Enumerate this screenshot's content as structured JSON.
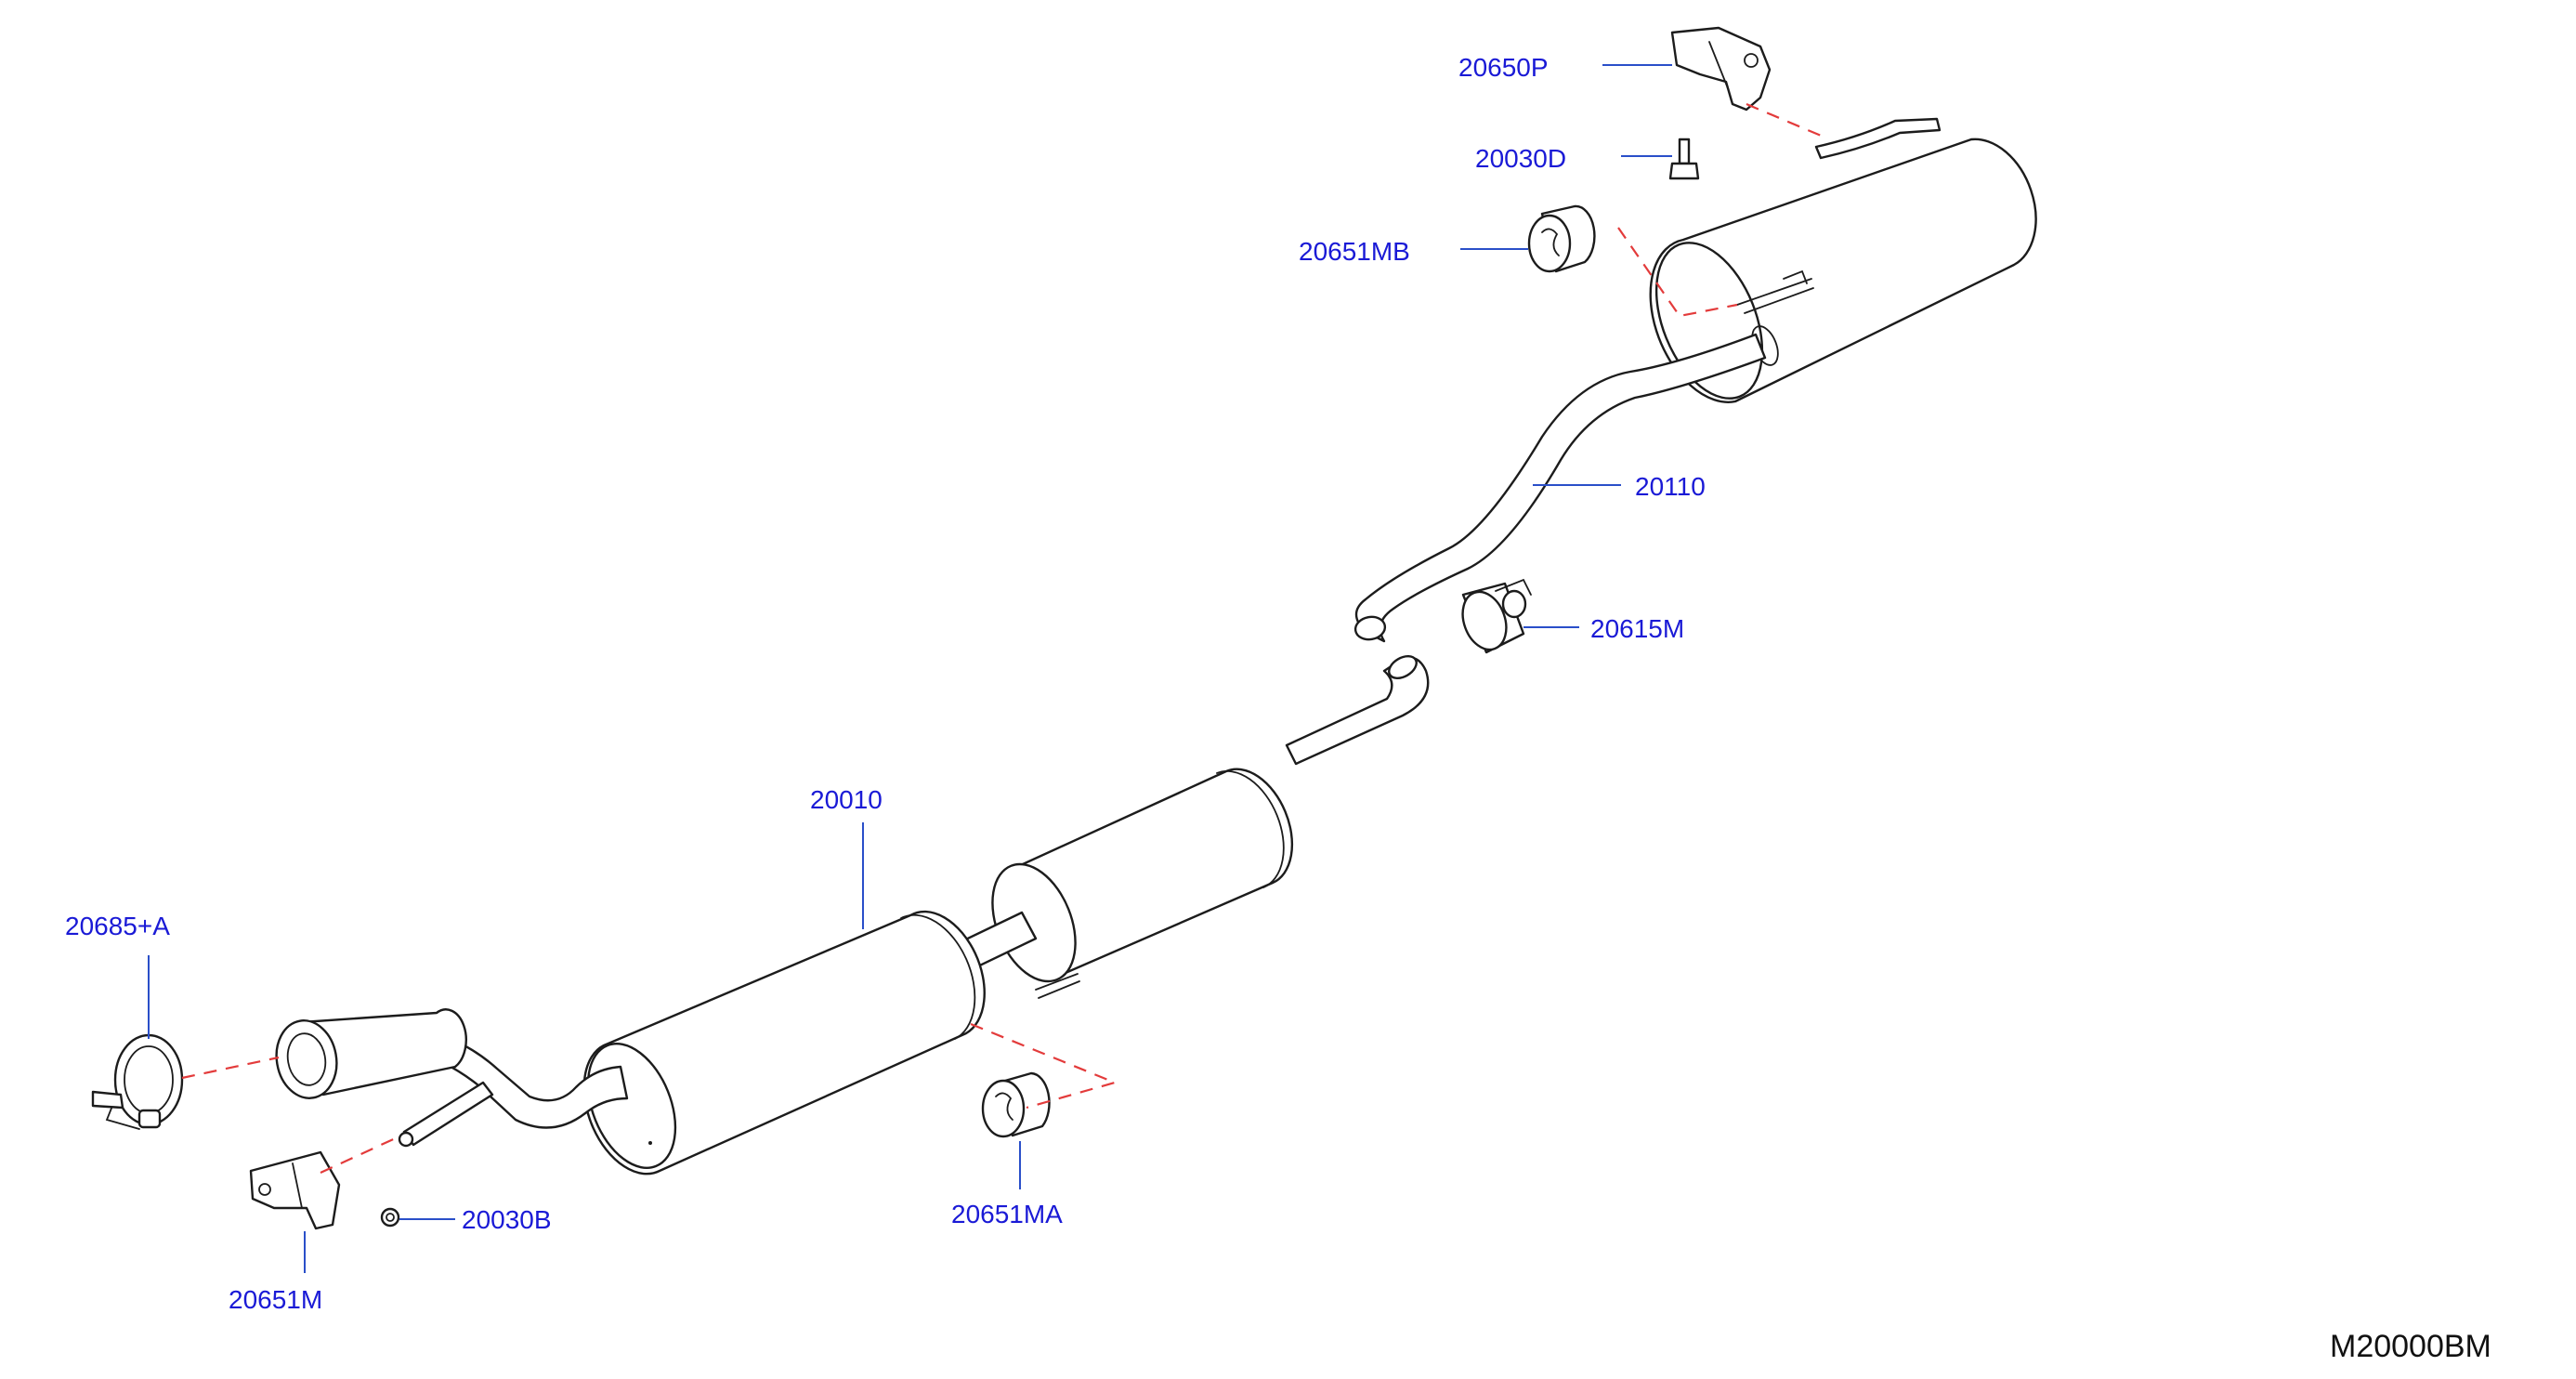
{
  "diagram": {
    "id": "M20000BM",
    "parts": [
      {
        "key": "p20650P",
        "number": "20650P"
      },
      {
        "key": "p20030D",
        "number": "20030D"
      },
      {
        "key": "p20651MB",
        "number": "20651MB"
      },
      {
        "key": "p20110",
        "number": "20110"
      },
      {
        "key": "p20615M",
        "number": "20615M"
      },
      {
        "key": "p20010",
        "number": "20010"
      },
      {
        "key": "p20685A",
        "number": "20685+A"
      },
      {
        "key": "p20030B",
        "number": "20030B"
      },
      {
        "key": "p20651M",
        "number": "20651M"
      },
      {
        "key": "p20651MA",
        "number": "20651MA"
      }
    ]
  },
  "colors": {
    "label": "#1a1ad6",
    "leader": "#2a4fc9",
    "alignment_dash": "#e33b3b",
    "outline": "#1c1c1c"
  }
}
